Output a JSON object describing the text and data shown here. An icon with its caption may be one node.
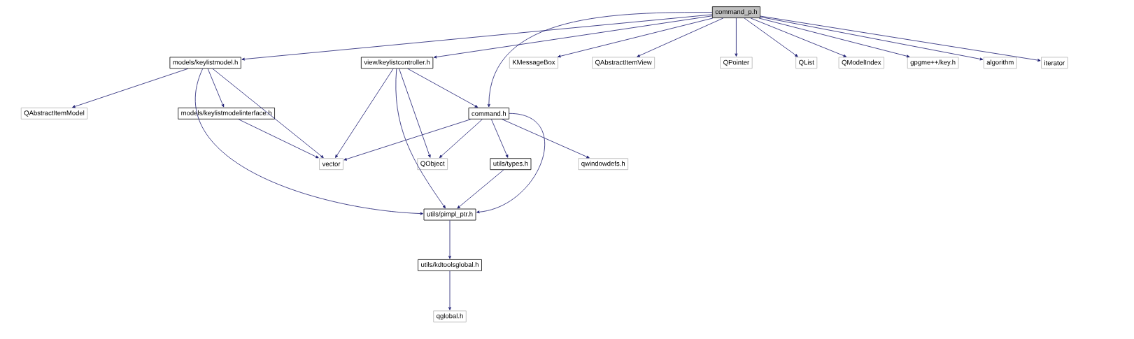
{
  "diagram": {
    "nodes": [
      {
        "text": [
          "command_p.h"
        ]
      },
      {
        "text": [
          "models/keylistmodel.h"
        ]
      },
      {
        "text": [
          "view/keylistcontroller.h"
        ]
      },
      {
        "text": [
          "KMessageBox"
        ]
      },
      {
        "text": [
          "QAbstractItemView"
        ]
      },
      {
        "text": [
          "QPointer"
        ]
      },
      {
        "text": [
          "QList"
        ]
      },
      {
        "text": [
          "QModelIndex"
        ]
      },
      {
        "text": [
          "gpgme++/key.h"
        ]
      },
      {
        "text": [
          "algorithm"
        ]
      },
      {
        "text": [
          "iterator"
        ]
      },
      {
        "text": [
          "QAbstractItemModel"
        ]
      },
      {
        "text": [
          "models/keylistmodelinterface.h"
        ]
      },
      {
        "text": [
          "command.h"
        ]
      },
      {
        "text": [
          "vector"
        ]
      },
      {
        "text": [
          "QObject"
        ]
      },
      {
        "text": [
          "utils/types.h"
        ]
      },
      {
        "text": [
          "qwindowdefs.h"
        ]
      },
      {
        "text": [
          "utils/pimpl_ptr.h"
        ]
      },
      {
        "text": [
          "utils/kdtoolsglobal.h"
        ]
      },
      {
        "text": [
          "qglobal.h"
        ]
      }
    ],
    "edges": [
      {
        "from": 0,
        "to": 1,
        "arrow": "to"
      },
      {
        "from": 0,
        "to": 2,
        "arrow": "to"
      },
      {
        "from": 0,
        "to": 13,
        "arrow": "to"
      },
      {
        "from": 0,
        "to": 3,
        "arrow": "to"
      },
      {
        "from": 0,
        "to": 4,
        "arrow": "to"
      },
      {
        "from": 0,
        "to": 5,
        "arrow": "to"
      },
      {
        "from": 0,
        "to": 6,
        "arrow": "to"
      },
      {
        "from": 0,
        "to": 7,
        "arrow": "to"
      },
      {
        "from": 0,
        "to": 8,
        "arrow": "to"
      },
      {
        "from": 0,
        "to": 9,
        "arrow": "to"
      },
      {
        "from": 0,
        "to": 10,
        "arrow": "to"
      },
      {
        "from": 1,
        "to": 11,
        "arrow": "to"
      },
      {
        "from": 1,
        "to": 12,
        "arrow": "to"
      },
      {
        "from": 1,
        "to": 14,
        "arrow": "to"
      },
      {
        "from": 1,
        "to": 18,
        "arrow": "to"
      },
      {
        "from": 2,
        "to": 14,
        "arrow": "to"
      },
      {
        "from": 2,
        "to": 18,
        "arrow": "to"
      },
      {
        "from": 2,
        "to": 15,
        "arrow": "to"
      },
      {
        "from": 2,
        "to": 13,
        "arrow": "to"
      },
      {
        "from": 12,
        "to": 14,
        "arrow": "to"
      },
      {
        "from": 13,
        "to": 14,
        "arrow": "to"
      },
      {
        "from": 13,
        "to": 15,
        "arrow": "to"
      },
      {
        "from": 13,
        "to": 16,
        "arrow": "to"
      },
      {
        "from": 13,
        "to": 17,
        "arrow": "to"
      },
      {
        "from": 13,
        "to": 18,
        "arrow": "to"
      },
      {
        "from": 16,
        "to": 18,
        "arrow": "to"
      },
      {
        "from": 18,
        "to": 19,
        "arrow": "to"
      },
      {
        "from": 19,
        "to": 20,
        "arrow": "to"
      }
    ]
  }
}
